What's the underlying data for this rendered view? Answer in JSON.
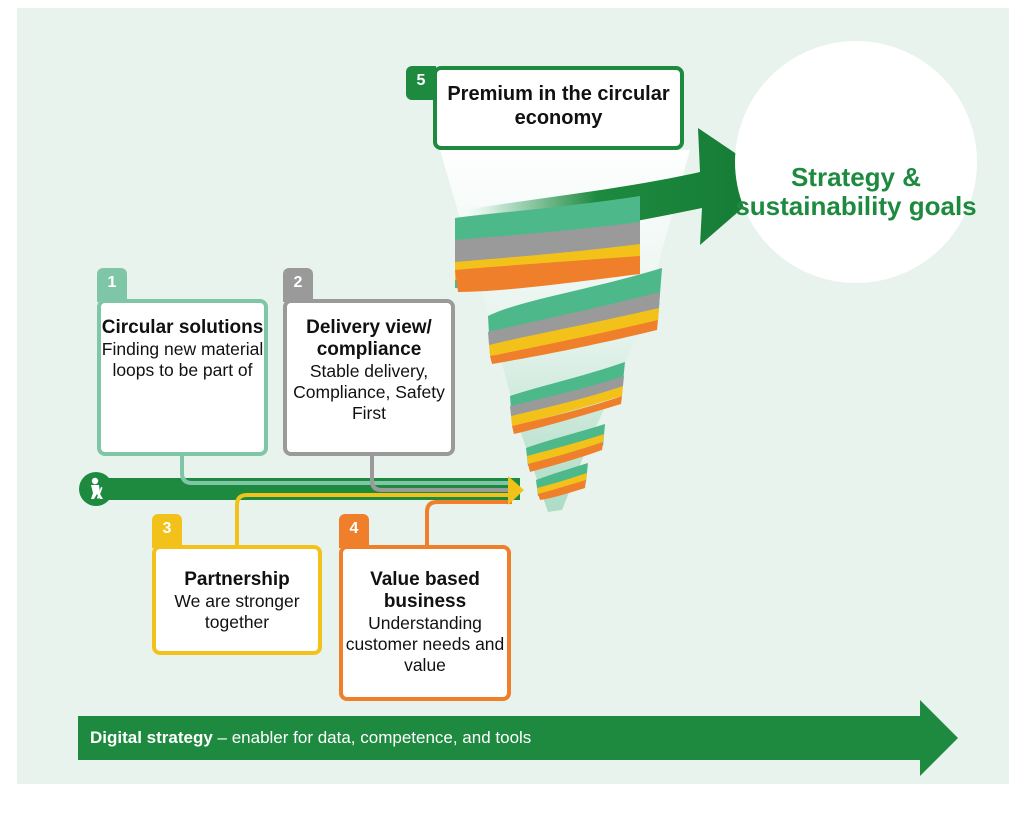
{
  "steps": [
    {
      "number": "1",
      "title": "Circular solutions",
      "description": "Finding new material loops to be part of",
      "color": "#7ec6a6"
    },
    {
      "number": "2",
      "title": "Delivery view/ compliance",
      "description": "Stable delivery, Compliance, Safety First",
      "color": "#9a9a9a"
    },
    {
      "number": "3",
      "title": "Partnership",
      "description": "We are stronger together",
      "color": "#f2c21b"
    },
    {
      "number": "4",
      "title": "Value based business",
      "description": "Understanding customer needs and value",
      "color": "#f07f2c"
    },
    {
      "number": "5",
      "title": "Premium in the circular economy",
      "color": "#1d8a3f"
    }
  ],
  "goal": {
    "label": "Strategy & sustainability goals",
    "icon": "golfer-icon"
  },
  "start_icon": "golfer-icon",
  "digital": {
    "label_bold": "Digital strategy",
    "label_rest": " – enabler for data, competence, and tools"
  },
  "colors": {
    "brand_green": "#1d8a3f",
    "background": "#e8f3ee",
    "teal": "#7ec6a6",
    "grey": "#9a9a9a",
    "yellow": "#f2c21b",
    "orange": "#f07f2c"
  }
}
